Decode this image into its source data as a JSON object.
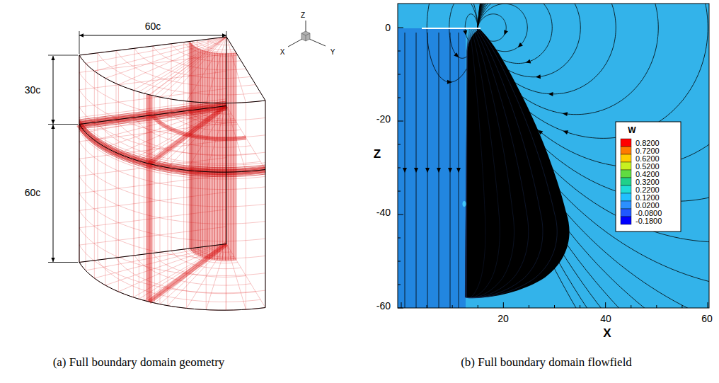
{
  "diagram": {
    "labels": [
      "60c",
      "30c",
      "60c",
      "Z",
      "Y",
      "X",
      "0",
      "-20",
      "-40",
      "-60",
      "20",
      "40",
      "60",
      "Z",
      "X",
      "W",
      "(a) Full boundary domain geometry",
      "(b) Full boundary domain flowfield"
    ],
    "legend": [
      {
        "text": "0.8200",
        "color": "#ff0000"
      },
      {
        "text": "0.7200",
        "color": "#ff7a00"
      },
      {
        "text": "0.6200",
        "color": "#ffcc00"
      },
      {
        "text": "0.5200",
        "color": "#c8f020"
      },
      {
        "text": "0.4200",
        "color": "#60dc40"
      },
      {
        "text": "0.3200",
        "color": "#20d08a"
      },
      {
        "text": "0.2200",
        "color": "#20dcd8"
      },
      {
        "text": "0.1200",
        "color": "#22c0ff"
      },
      {
        "text": "0.0200",
        "color": "#2c90ff"
      },
      {
        "text": "-0.0800",
        "color": "#2058ff"
      },
      {
        "text": "-0.1800",
        "color": "#0000ff"
      }
    ]
  }
}
